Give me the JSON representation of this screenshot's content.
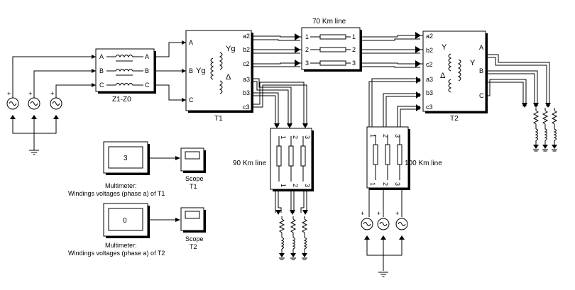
{
  "source_block": {
    "name": "Z1-Z0",
    "ports": [
      "A",
      "B",
      "C"
    ]
  },
  "t1": {
    "name": "T1",
    "in_ports": [
      "A",
      "B",
      "C"
    ],
    "out_ports_1": [
      "a2",
      "b2",
      "c2"
    ],
    "out_ports_2": [
      "a3",
      "b3",
      "c3"
    ],
    "sym_yg_left": "Yg",
    "sym_yg_right": "Yg",
    "sym_delta": "Δ"
  },
  "line70": {
    "name": "70 Km line",
    "ports": [
      "1",
      "2",
      "3"
    ]
  },
  "line90": {
    "name": "90 Km  line",
    "ports": [
      "1",
      "2",
      "3"
    ]
  },
  "line100": {
    "name": "100 Km line",
    "ports": [
      "1",
      "2",
      "3"
    ]
  },
  "t2": {
    "name": "T2",
    "in_ports_1": [
      "a2",
      "b2",
      "c2"
    ],
    "in_ports_2": [
      "a3",
      "b3",
      "c3"
    ],
    "out_ports": [
      "A",
      "B",
      "C"
    ],
    "sym_y_left": "Y",
    "sym_y_right": "Y",
    "sym_delta": "Δ"
  },
  "multimeter1": {
    "value": "3",
    "caption_line1": "Multimeter:",
    "caption_line2": "Windings voltages (phase a) of T1"
  },
  "multimeter2": {
    "value": "0",
    "caption_line1": "Multimeter:",
    "caption_line2": "Windings voltages (phase a) of T2"
  },
  "scope1": {
    "line1": "Scope",
    "line2": "T1"
  },
  "scope2": {
    "line1": "Scope",
    "line2": "T2"
  },
  "polarity_plus": "+"
}
